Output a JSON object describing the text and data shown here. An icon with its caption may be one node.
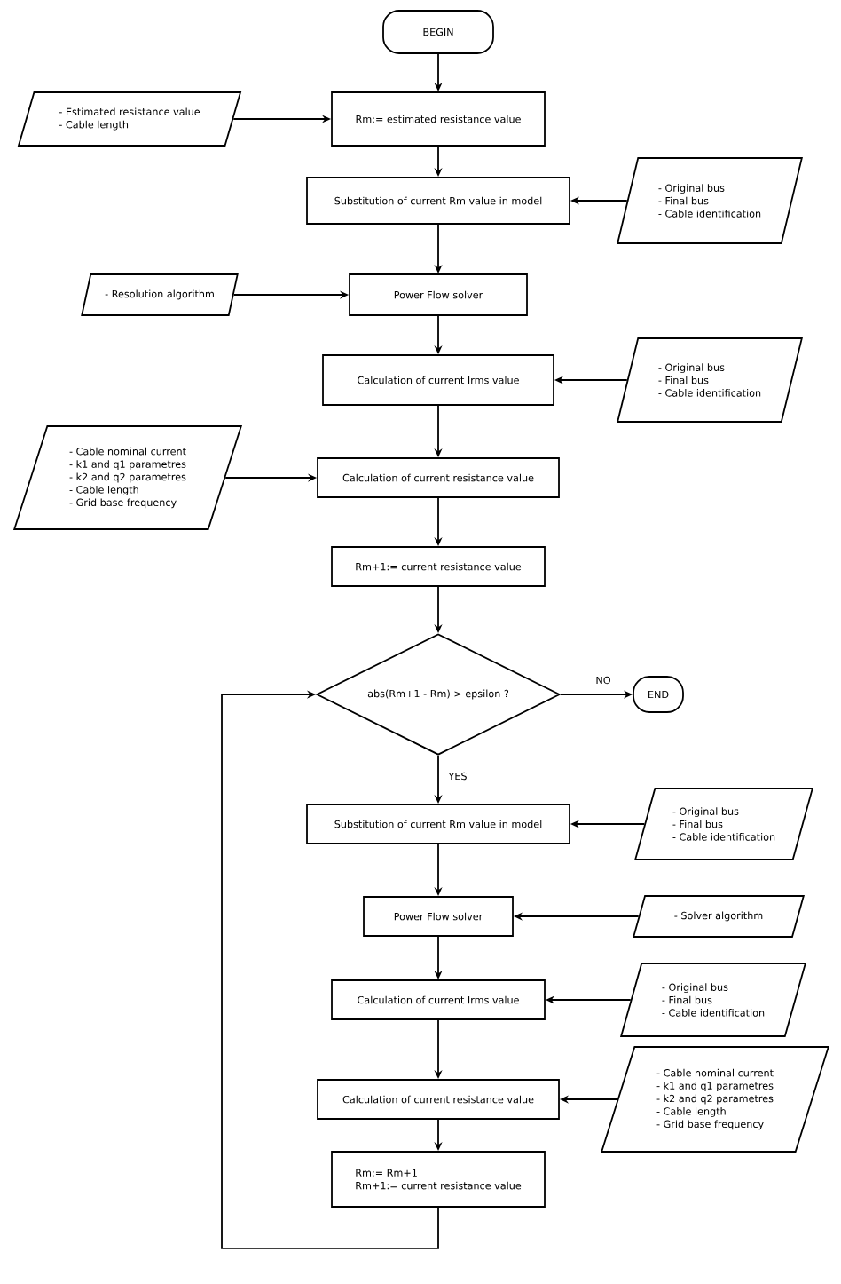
{
  "diagram": {
    "nodes": [
      {
        "text": [
          "BEGIN"
        ]
      },
      {
        "text": [
          "Rm:= estimated resistance value"
        ]
      },
      {
        "text": [
          "- Estimated resistance value",
          "- Cable length"
        ]
      },
      {
        "text": [
          "Substitution of current Rm value in model"
        ]
      },
      {
        "text": [
          "- Original bus",
          "- Final bus",
          "- Cable identification"
        ]
      },
      {
        "text": [
          "Power Flow solver"
        ]
      },
      {
        "text": [
          "- Resolution algorithm"
        ]
      },
      {
        "text": [
          "Calculation of current Irms value"
        ]
      },
      {
        "text": [
          "- Original bus",
          "- Final bus",
          "- Cable identification"
        ]
      },
      {
        "text": [
          "Calculation of current resistance value"
        ]
      },
      {
        "text": [
          "- Cable nominal current",
          "- k1 and q1 parametres",
          "- k2 and q2 parametres",
          "- Cable length",
          "- Grid base frequency"
        ]
      },
      {
        "text": [
          "Rm+1:= current resistance value"
        ]
      },
      {
        "text": [
          "abs(Rm+1 - Rm) > epsilon ?"
        ]
      },
      {
        "text": [
          "END"
        ]
      },
      {
        "text": [
          "Substitution of current Rm value in model"
        ]
      },
      {
        "text": [
          "- Original bus",
          "- Final bus",
          "- Cable identification"
        ]
      },
      {
        "text": [
          "Power Flow solver"
        ]
      },
      {
        "text": [
          "- Solver algorithm"
        ]
      },
      {
        "text": [
          "Calculation of current Irms value"
        ]
      },
      {
        "text": [
          "- Original bus",
          "- Final bus",
          "- Cable identification"
        ]
      },
      {
        "text": [
          "Calculation of current resistance value"
        ]
      },
      {
        "text": [
          "- Cable nominal current",
          "- k1 and q1 parametres",
          "- k2 and q2 parametres",
          "- Cable length",
          "- Grid base frequency"
        ]
      },
      {
        "text": [
          "Rm:= Rm+1",
          "Rm+1:= current resistance value"
        ]
      }
    ],
    "edges": [
      {
        "from": 0,
        "to": 1,
        "arrow": "to"
      },
      {
        "from": 2,
        "to": 1,
        "arrow": "to"
      },
      {
        "from": 1,
        "to": 3,
        "arrow": "to"
      },
      {
        "from": 4,
        "to": 3,
        "arrow": "to"
      },
      {
        "from": 3,
        "to": 5,
        "arrow": "to"
      },
      {
        "from": 6,
        "to": 5,
        "arrow": "to"
      },
      {
        "from": 5,
        "to": 7,
        "arrow": "to"
      },
      {
        "from": 8,
        "to": 7,
        "arrow": "to"
      },
      {
        "from": 7,
        "to": 9,
        "arrow": "to"
      },
      {
        "from": 10,
        "to": 9,
        "arrow": "to"
      },
      {
        "from": 9,
        "to": 11,
        "arrow": "to"
      },
      {
        "from": 11,
        "to": 12,
        "arrow": "to"
      },
      {
        "from": 12,
        "to": 13,
        "arrow": "to",
        "label": "NO"
      },
      {
        "from": 12,
        "to": 14,
        "arrow": "to",
        "label": "YES"
      },
      {
        "from": 15,
        "to": 14,
        "arrow": "to"
      },
      {
        "from": 14,
        "to": 16,
        "arrow": "to"
      },
      {
        "from": 17,
        "to": 16,
        "arrow": "to"
      },
      {
        "from": 16,
        "to": 18,
        "arrow": "to"
      },
      {
        "from": 19,
        "to": 18,
        "arrow": "to"
      },
      {
        "from": 18,
        "to": 20,
        "arrow": "to"
      },
      {
        "from": 21,
        "to": 20,
        "arrow": "to"
      },
      {
        "from": 20,
        "to": 22,
        "arrow": "to"
      },
      {
        "from": 22,
        "to": 12,
        "arrow": "to"
      }
    ]
  }
}
